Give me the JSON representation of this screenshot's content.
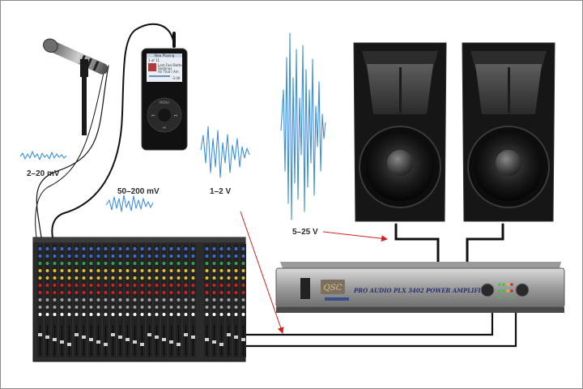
{
  "diagram": {
    "signal_levels": {
      "microphone": "2–20 mV",
      "media_player": "50–200 mV",
      "mixer_output": "1–2 V",
      "amplifier_output": "5–25 V"
    },
    "ipod_screen": {
      "header": "Now Playing",
      "track_count": "1 of 11",
      "song": "Last Fool Better",
      "artist": "Sentinus",
      "album": "All That I Am",
      "time_left": "-3:40",
      "wheel_label": "MENU"
    },
    "amplifier": {
      "brand": "QSC",
      "model_text": "PRO AUDIO PLX 3402 POWER AMPLIFIER"
    },
    "colors": {
      "wave": "#3d8fe0",
      "arrow": "#d42020",
      "cable": "#111111"
    }
  }
}
